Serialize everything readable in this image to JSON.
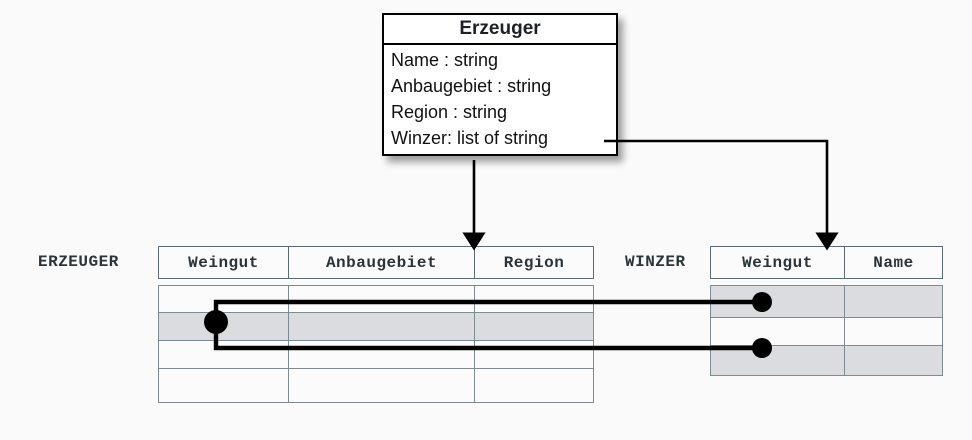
{
  "diagram": {
    "title_text": "Erzeuger",
    "background_color": "#fafafa",
    "uml_class": {
      "name": "Erzeuger",
      "attributes": [
        "Name : string",
        "Anbaugebiet : string",
        "Region : string",
        "Winzer: list of string"
      ],
      "border_color": "#000000",
      "fill_color": "#ffffff"
    },
    "relations": [
      {
        "label": "ERZEUGER",
        "columns": [
          "Weingut",
          "Anbaugebiet",
          "Region"
        ],
        "row_count": 4,
        "shaded_rows": [
          2
        ]
      },
      {
        "label": "WINZER",
        "columns": [
          "Weingut",
          "Name"
        ],
        "row_count": 3,
        "shaded_rows": [
          1,
          3
        ]
      }
    ],
    "connectors": {
      "arrow_to_erzeuger": "Erzeuger class maps to ERZEUGER relation",
      "arrow_to_winzer": "Winzer attribute maps to WINZER relation",
      "link_color": "#000000",
      "shaded_row_color": "#dadce0",
      "grid_color": "#7d8b90"
    }
  }
}
